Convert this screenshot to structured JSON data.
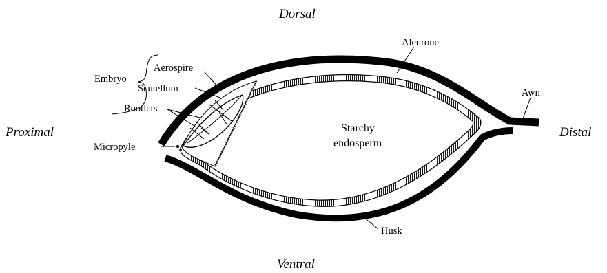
{
  "orientation": {
    "dorsal": "Dorsal",
    "ventral": "Ventral",
    "proximal": "Proximal",
    "distal": "Distal"
  },
  "labels": {
    "aleurone": "Aleurone",
    "awn": "Awn",
    "embryo": "Embryo",
    "aerospire": "Aerospire",
    "scutellum": "Scutellum",
    "rootlets": "Rootlets",
    "micropyle": "Micropyle",
    "starchy_line1": "Starchy",
    "starchy_line2": "endosperm",
    "husk": "Husk"
  },
  "colors": {
    "ink": "#000000",
    "background": "#ffffff"
  }
}
